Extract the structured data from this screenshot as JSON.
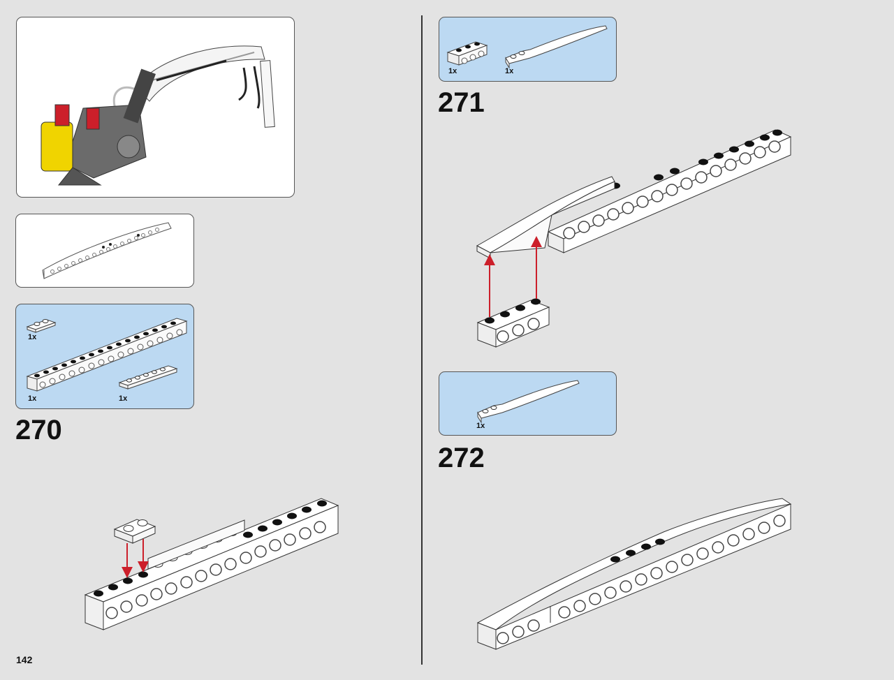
{
  "page": {
    "number": "142"
  },
  "steps": [
    {
      "number": "270",
      "parts": [
        {
          "qty": "1x"
        },
        {
          "qty": "1x"
        },
        {
          "qty": "1x"
        }
      ]
    },
    {
      "number": "271",
      "parts": [
        {
          "qty": "1x"
        },
        {
          "qty": "1x"
        }
      ]
    },
    {
      "number": "272",
      "parts": [
        {
          "qty": "1x"
        }
      ]
    }
  ],
  "colors": {
    "page_bg": "#e3e3e3",
    "parts_panel": "#bcd9f2",
    "arrow": "#cc1f2a"
  }
}
